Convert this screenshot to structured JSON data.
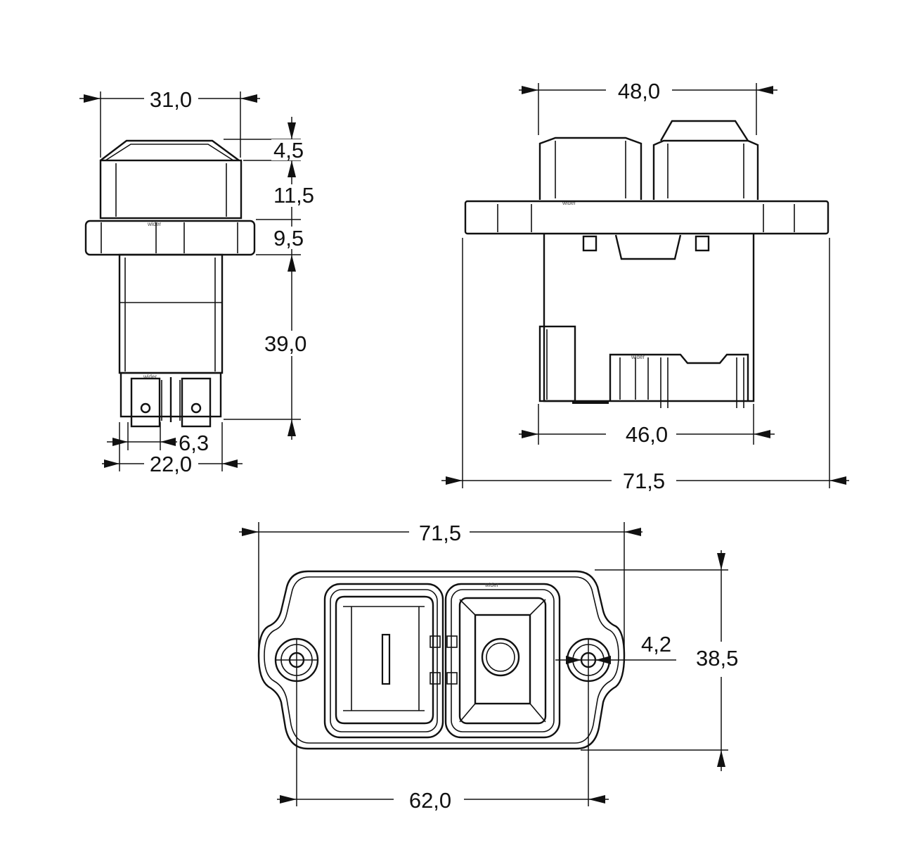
{
  "dimensions": {
    "side_width": "31,0",
    "side_h1": "4,5",
    "side_h2": "11,5",
    "side_h3": "9,5",
    "side_h4": "39,0",
    "side_pin": "6,3",
    "side_base": "22,0",
    "front_top": "48,0",
    "front_body": "46,0",
    "front_total": "71,5",
    "plan_total": "71,5",
    "plan_hole": "4,2",
    "plan_height": "38,5",
    "plan_pitch": "62,0"
  },
  "marks": {
    "on_symbol": "I",
    "brand_a": "wider",
    "brand_b": "wider",
    "brand_c": "wider",
    "brand_d": "wider",
    "brand_e": "wider"
  }
}
